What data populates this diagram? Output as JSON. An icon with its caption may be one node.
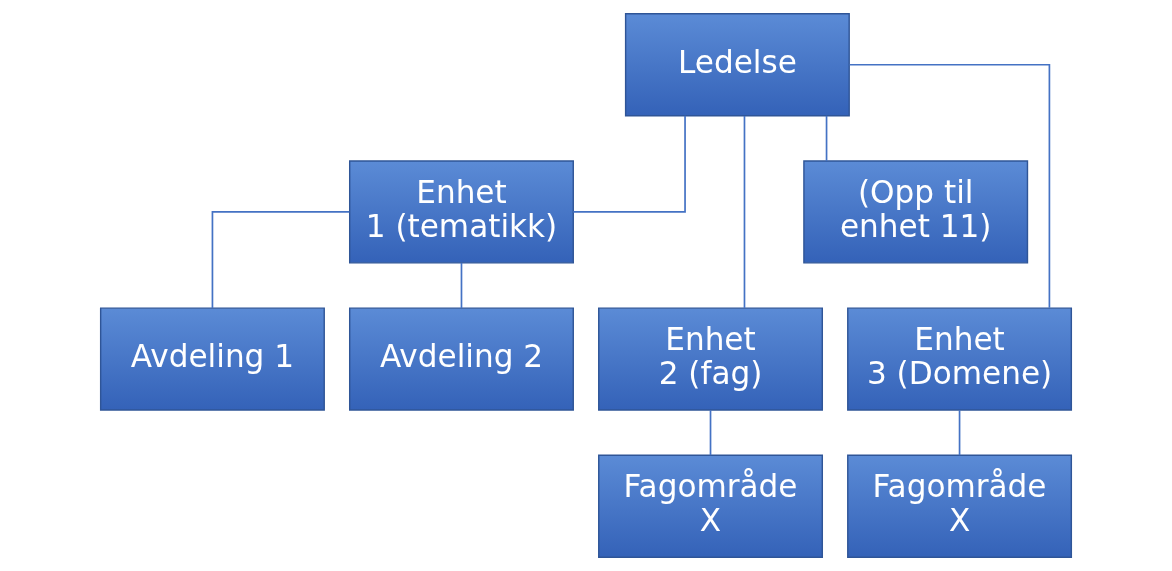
{
  "diagram": {
    "nodes": [
      {
        "text": [
          "Ledelse"
        ]
      },
      {
        "text": [
          "Enhet 1 (tematikk)"
        ]
      },
      {
        "text": [
          "Enhet 2 (fag)"
        ]
      },
      {
        "text": [
          "Enhet 3 (Domene)"
        ]
      },
      {
        "text": [
          "(Opp til enhet 11)"
        ]
      },
      {
        "text": [
          "Avdeling 1"
        ]
      },
      {
        "text": [
          "Avdeling 2"
        ]
      },
      {
        "text": [
          "Fagområde X"
        ]
      },
      {
        "text": [
          "Fagområde X"
        ]
      }
    ],
    "edges": [
      {
        "from": 0,
        "to": 1,
        "arrow": "none"
      },
      {
        "from": 0,
        "to": 2,
        "arrow": "none"
      },
      {
        "from": 0,
        "to": 3,
        "arrow": "none"
      },
      {
        "from": 0,
        "to": 4,
        "arrow": "none"
      },
      {
        "from": 1,
        "to": 5,
        "arrow": "none"
      },
      {
        "from": 1,
        "to": 6,
        "arrow": "none"
      },
      {
        "from": 2,
        "to": 7,
        "arrow": "none"
      },
      {
        "from": 3,
        "to": 8,
        "arrow": "none"
      }
    ]
  }
}
